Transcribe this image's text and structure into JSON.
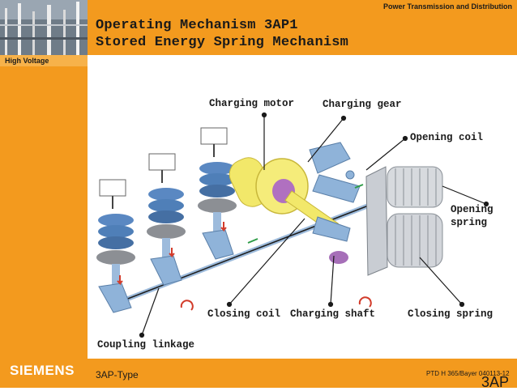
{
  "header": {
    "division": "Power Transmission and Distribution",
    "section": "High Voltage",
    "title_line1": "Operating Mechanism 3AP1",
    "title_line2": "Stored Energy Spring Mechanism"
  },
  "callouts": {
    "charging_motor": "Charging motor",
    "charging_gear": "Charging gear",
    "opening_coil": "Opening coil",
    "opening_spring_line1": "Opening",
    "opening_spring_line2": "spring",
    "closing_coil": "Closing coil",
    "charging_shaft": "Charging shaft",
    "closing_spring": "Closing spring",
    "coupling_linkage": "Coupling linkage"
  },
  "footer": {
    "logo": "SIEMENS",
    "left_text": "3AP-Type",
    "right_text": "PTD H 365/Bayer 040113-12",
    "corner_text": "3AP"
  },
  "colors": {
    "brand_orange": "#f39a1e",
    "insulator_blue": "#4f7fb8",
    "motor_yellow": "#f2e86a",
    "linkage_blue": "#8fb3d9",
    "spring_gray": "#c9cdd3"
  }
}
